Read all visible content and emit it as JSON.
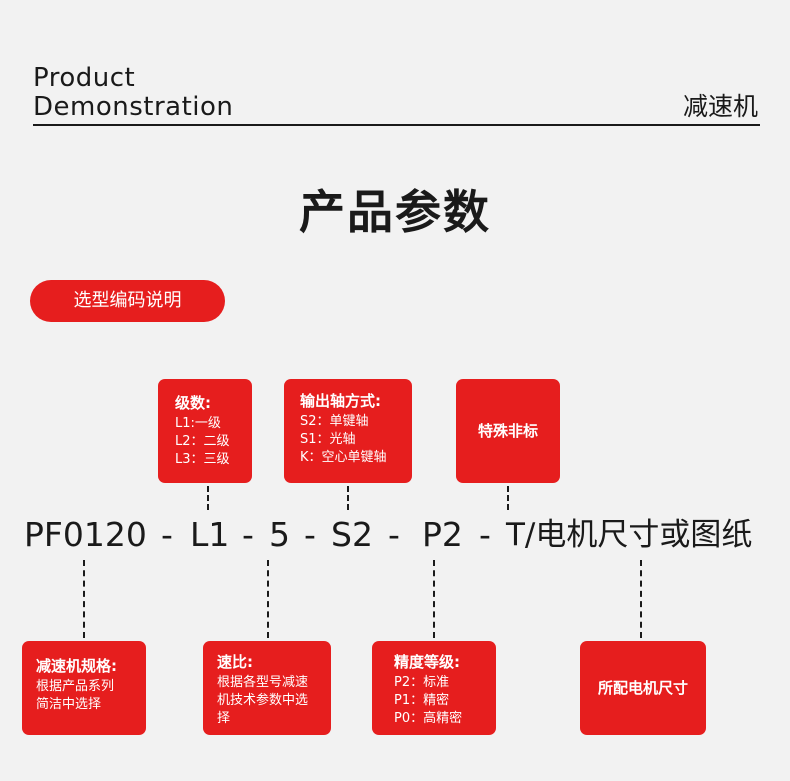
{
  "header": {
    "title_line1": "Product",
    "title_line2": "Demonstration",
    "category": "减速机"
  },
  "section_title": "产品参数",
  "pill_label": "选型编码说明",
  "code": {
    "model": "PF0120",
    "sep1": "-",
    "stage": "L1",
    "sep2": "-",
    "ratio": "5",
    "sep3": "-",
    "shaft": "S2",
    "sep4": "-",
    "precision": "P2",
    "sep5": "-",
    "special": "T/电机尺寸或图纸"
  },
  "boxes": {
    "stage": {
      "title": "级数:",
      "lines": [
        "L1:一级",
        "L2：二级",
        "L3：三级"
      ]
    },
    "shaft": {
      "title": "输出轴方式:",
      "lines": [
        "S2：单键轴",
        "S1：光轴",
        "K：空心单键轴"
      ]
    },
    "special": {
      "title": "特殊非标"
    },
    "model": {
      "title": "减速机规格:",
      "lines": [
        "根据产品系列",
        "简洁中选择"
      ]
    },
    "ratio": {
      "title": "速比:",
      "lines": [
        "根据各型号减速",
        "机技术参数中选",
        "择"
      ]
    },
    "precision": {
      "title": "精度等级:",
      "lines": [
        "P2：标准",
        "P1：精密",
        "P0：高精密"
      ]
    },
    "motor": {
      "title": "所配电机尺寸"
    }
  },
  "colors": {
    "accent": "#e61e1e",
    "background": "#f2f2f2",
    "text": "#1a1a1a"
  }
}
